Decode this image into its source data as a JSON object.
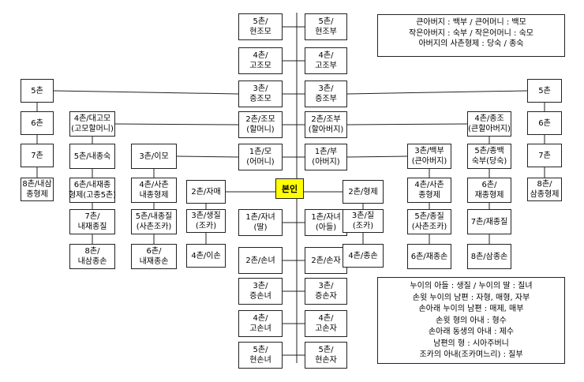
{
  "self": "본인",
  "ancestors_left": [
    [
      "5촌/",
      "현조모"
    ],
    [
      "4촌/",
      "고조모"
    ],
    [
      "3촌/",
      "증조모"
    ],
    [
      "2촌/조모",
      "(할머니)"
    ],
    [
      "1촌/모",
      "(어머니)"
    ]
  ],
  "ancestors_right": [
    [
      "5촌/",
      "현조부"
    ],
    [
      "4촌/",
      "고조부"
    ],
    [
      "3촌/",
      "증조부"
    ],
    [
      "2촌/조부",
      "(할아버지)"
    ],
    [
      "1촌/부",
      "(아버지)"
    ]
  ],
  "descendants_left": [
    [
      "1촌/자녀",
      "(딸)"
    ],
    [
      "2촌/손녀"
    ],
    [
      "3촌/",
      "증손녀"
    ],
    [
      "4촌/",
      "고손녀"
    ],
    [
      "5촌/",
      "현손녀"
    ]
  ],
  "descendants_right": [
    [
      "1촌/자녀",
      "(아들)"
    ],
    [
      "2촌/손자"
    ],
    [
      "3촌/",
      "증손자"
    ],
    [
      "4촌/",
      "고손자"
    ],
    [
      "5촌/",
      "현손자"
    ]
  ],
  "far_left_col": [
    [
      "5촌"
    ],
    [
      "6촌"
    ],
    [
      "7촌"
    ],
    [
      "8촌/내삼",
      "종형제"
    ]
  ],
  "far_right_col": [
    [
      "5촌"
    ],
    [
      "6촌"
    ],
    [
      "7촌"
    ],
    [
      "8촌/",
      "삼종형제"
    ]
  ],
  "paternal_aunt_col": [
    [
      "4촌/대고모",
      "(고모할머니)"
    ],
    [
      "5촌/내종숙"
    ],
    [
      "6촌/내재종",
      "형제(고종5촌)"
    ],
    [
      "7촌/",
      "내재종질"
    ],
    [
      "8촌/",
      "내삼종손"
    ]
  ],
  "aunt_col": [
    [
      "3촌/이모"
    ],
    [
      "4촌/사촌",
      "내종형제"
    ],
    [
      "5촌/내종질",
      "(사촌조카)"
    ],
    [
      "6촌/",
      "내재종손"
    ]
  ],
  "sister_col": [
    [
      "2촌/자매"
    ],
    [
      "3촌/생질",
      "(조카)"
    ],
    [
      "4촌/이손"
    ]
  ],
  "brother_col": [
    [
      "2촌/형제"
    ],
    [
      "3촌/질",
      "(조카)"
    ],
    [
      "4촌/종손"
    ]
  ],
  "uncle_col": [
    [
      "3촌/백부",
      "(큰아버지)"
    ],
    [
      "4촌/사촌",
      "종형제"
    ],
    [
      "5촌/종질",
      "(사촌조카)"
    ],
    [
      "6촌/재종손"
    ]
  ],
  "granduncle_col": [
    [
      "4촌/종조",
      "(큰할아버지)"
    ],
    [
      "5촌/종백",
      "숙부(당숙)"
    ],
    [
      "6촌/",
      "재종형제"
    ],
    [
      "7촌/재종질"
    ],
    [
      "8촌/삼종손"
    ]
  ],
  "note_top": [
    "큰아버지 : 백부 / 큰어머니 : 백모",
    "작은아버지 : 숙부 / 작은어머니 : 숙모",
    "아버지의 사촌형제 : 당숙 / 종숙"
  ],
  "note_bottom": [
    "누이의 아들 : 생질 / 누이의 딸 : 질녀",
    "손윗 누이의 남편 : 자형, 매형, 자부",
    "손아래 누이의 남편 : 매제, 매부",
    "손윗 형의 아내 : 형수",
    "손아래 동생의 아내 : 제수",
    "남편의 형 : 시아주버니",
    "조카의 아내(조카며느리) : 질부"
  ]
}
